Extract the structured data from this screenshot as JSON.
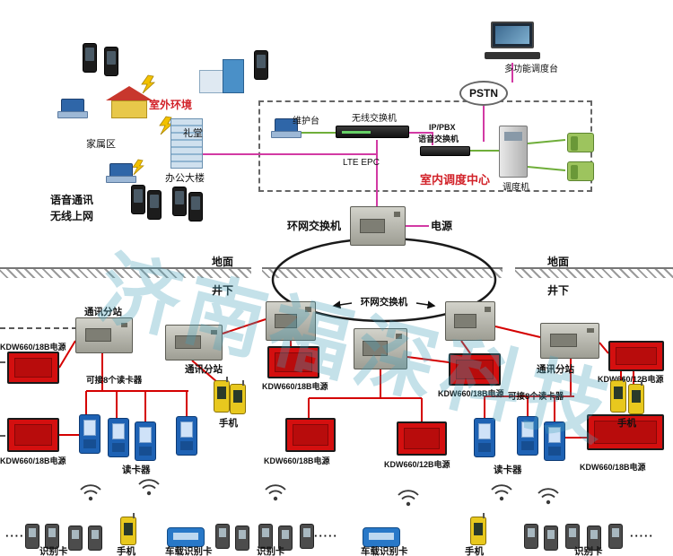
{
  "watermark": "济南福深科技",
  "outdoor": {
    "env_label": "室外环境",
    "family_label": "家属区",
    "office_label": "办公大楼",
    "hall_label": "礼堂",
    "voice_label": "语音通讯",
    "net_label": "无线上网"
  },
  "center": {
    "title": "室内调度中心",
    "maintenance_label": "维护台",
    "wireless_switch_label": "无线交换机",
    "lte_label": "LTE EPC",
    "pbx_line1": "IP/PBX",
    "pbx_line2": "语音交换机",
    "dispatcher_label": "调度机",
    "pstn_label": "PSTN",
    "console_label": "多功能调度台"
  },
  "surface_net": {
    "ring_switch_label": "环网交换机",
    "power_label": "电源",
    "ground_label": "地面",
    "underground_label": "井下"
  },
  "underground_net": {
    "ring_switch_label": "环网交换机",
    "substation_label": "通讯分站",
    "power_18b_label": "KDW660/18B电源",
    "power_12b_label": "KDW660/12B电源",
    "readers_note": "可接8个读卡器",
    "phone_label": "手机",
    "reader_label": "读卡器"
  },
  "bottom": {
    "id_card_label": "识别卡",
    "phone_label": "手机",
    "vehicle_label": "车载识别卡",
    "dots": "·····"
  }
}
